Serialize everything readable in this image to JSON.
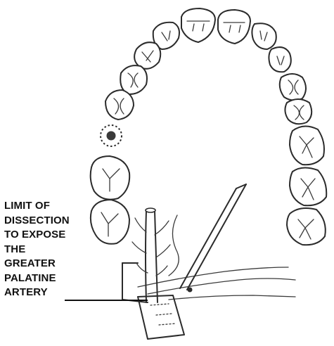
{
  "label": {
    "lines": [
      "LIMIT OF",
      "DISSECTION",
      "TO EXPOSE",
      "THE",
      "GREATER",
      "PALATINE",
      "ARTERY"
    ]
  },
  "icons": {
    "arch": "dental-arch-icon",
    "marker": "palatine-foramen-marker-icon",
    "instrument": "elevator-instrument-icon"
  },
  "colors": {
    "ink": "#2b2b2b",
    "background": "#ffffff"
  }
}
